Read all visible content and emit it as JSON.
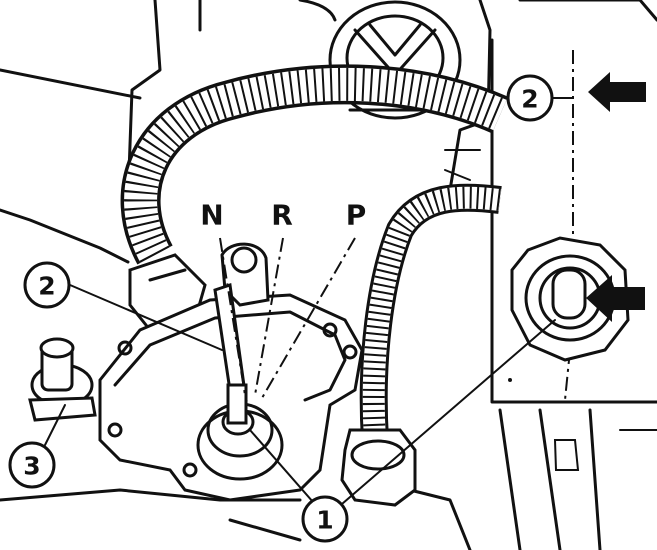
{
  "labels": {
    "position_n": "N",
    "position_r": "R",
    "position_p": "P",
    "callout_1": "1",
    "callout_2_left": "2",
    "callout_2_right": "2",
    "callout_3": "3"
  },
  "icons": {
    "arrow_top": "arrow-left-icon",
    "arrow_mid": "arrow-left-icon"
  },
  "colors": {
    "ink": "#111111",
    "paper": "#ffffff"
  }
}
